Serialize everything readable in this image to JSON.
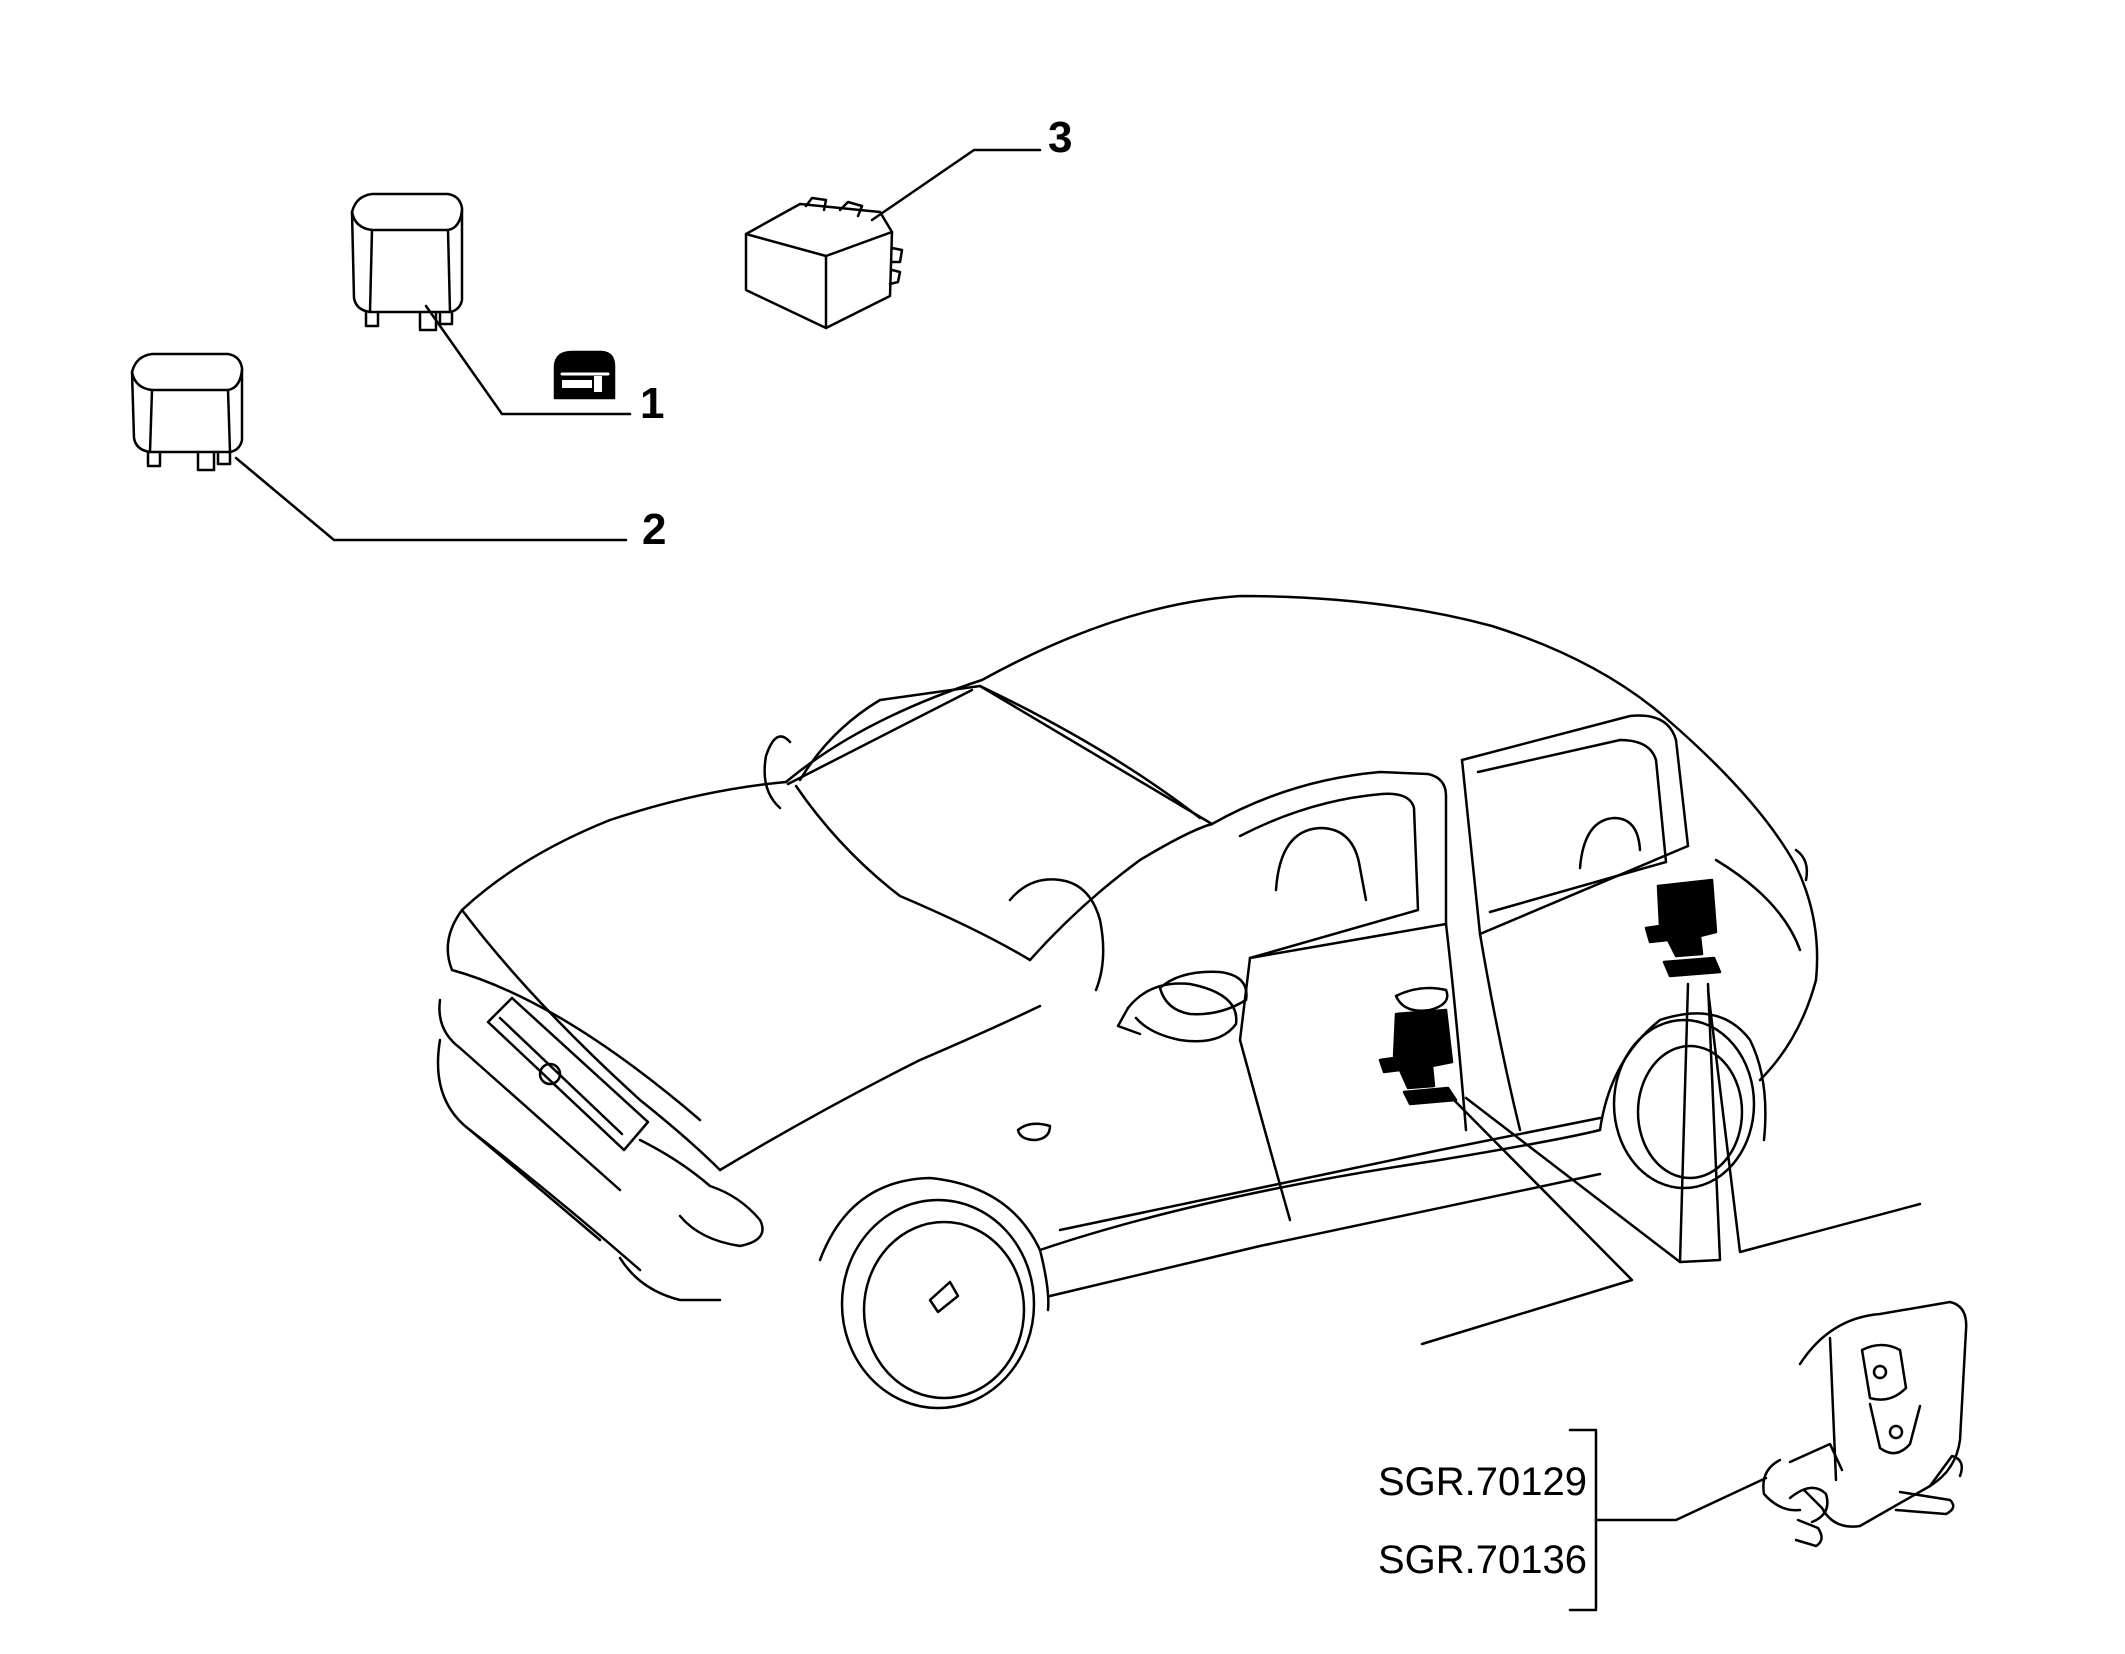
{
  "callouts": [
    {
      "id": "1",
      "label": "1"
    },
    {
      "id": "2",
      "label": "2"
    },
    {
      "id": "3",
      "label": "3"
    }
  ],
  "references": [
    {
      "code": "SGR.70129"
    },
    {
      "code": "SGR.70136"
    }
  ],
  "icons": {
    "door_lock": "door-key-icon"
  },
  "colors": {
    "line": "#000000",
    "background": "#ffffff"
  }
}
